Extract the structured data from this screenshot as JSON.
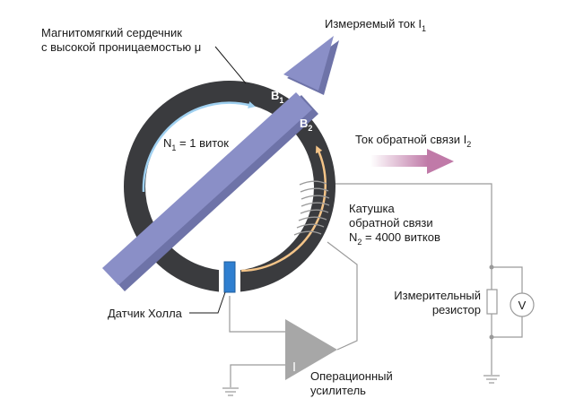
{
  "labels": {
    "core_line1": "Магнитомягкий сердечник",
    "core_line2": "с высокой проницаемостью μ",
    "measured_current": "Измеряемый ток I",
    "measured_current_sub": "1",
    "b1": "B",
    "b1_sub": "1",
    "b2": "B",
    "b2_sub": "2",
    "n1_prefix": "N",
    "n1_sub": "1",
    "n1_suffix": " = 1 виток",
    "feedback_current": "Ток обратной связи I",
    "feedback_current_sub": "2",
    "coil_line1": "Катушка",
    "coil_line2": "обратной связи",
    "n2_prefix": "N",
    "n2_sub": "2",
    "n2_suffix": " = 4000 витков",
    "resistor_line1": "Измерительный",
    "resistor_line2": "резистор",
    "voltmeter": "V",
    "hall_sensor": "Датчик Холла",
    "opamp_line1": "Операционный",
    "opamp_line2": "усилитель"
  },
  "colors": {
    "core": "#3a3b3e",
    "main_arrow": "#8a8fc7",
    "main_arrow_edge": "#6e73a8",
    "b1_arrow": "#9fd0f0",
    "b2_arrow": "#f4c488",
    "feedback_arrow": "#c07aa8",
    "hall": "#2f7fd0",
    "wire": "#9a9a9a",
    "opamp": "#a7a7a7"
  }
}
